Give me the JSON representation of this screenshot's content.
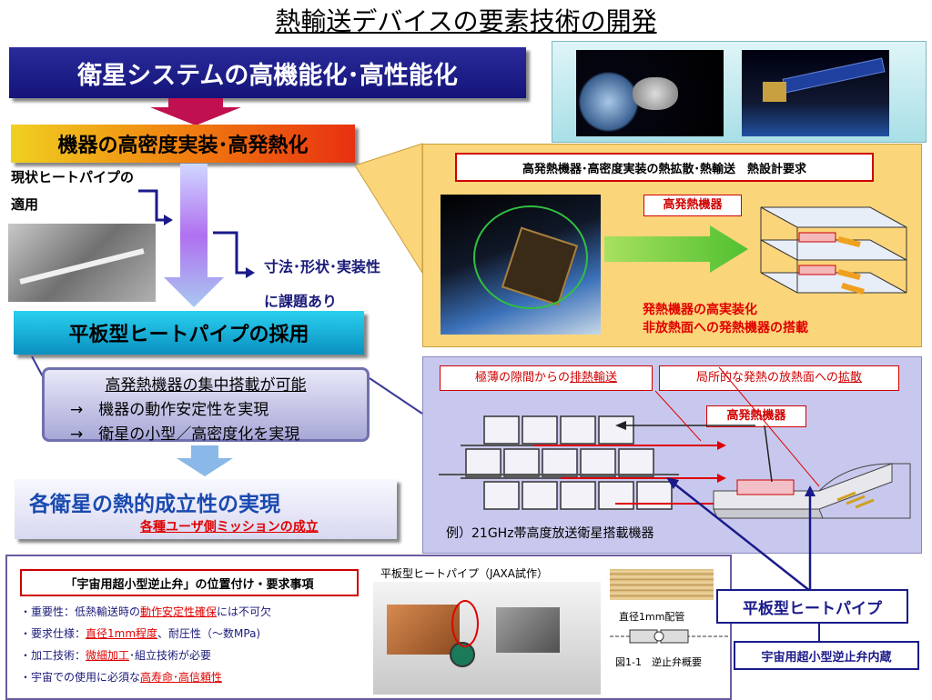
{
  "title": "熱輸送デバイスの要素技術の開発",
  "banner_top": "衛星システムの高機能化･高性能化",
  "banner_orange": "機器の高密度実装･高発熱化",
  "current_heatpipe": [
    "現状ヒートパイプの",
    "適用"
  ],
  "issue": [
    "寸法･形状･実装性",
    "に課題あり"
  ],
  "banner_cyan": "平板型ヒートパイプの採用",
  "concentrated": {
    "heading": "高発熱機器の集中搭載が可能",
    "items": [
      "→　機器の動作安定性を実現",
      "→　衛星の小型／高密度化を実現"
    ]
  },
  "result": {
    "main": "各衛星の熱的成立性の実現",
    "sub": "各種ユーザ側ミッションの成立"
  },
  "yellow_panel": {
    "header": "高発熱機器･高密度実装の熱拡散･熱輸送　熱設計要求",
    "device_label": "高発熱機器",
    "notes": [
      "発熱機器の高実装化",
      "非放熱面への発熱機器の搭載"
    ]
  },
  "purple_panel": {
    "box1_pre": "極薄の隙間からの",
    "box1_ul": "排熱輸送",
    "box2_pre": "局所的な発熱の放熱面への",
    "box2_ul": "拡散",
    "device_label": "高発熱機器",
    "caption": "例）21GHz帯高度放送衛星搭載機器"
  },
  "bottom_panel": {
    "heading": "「宇宙用超小型逆止弁」の位置付け・要求事項",
    "items": [
      {
        "pre": "・重要性：低熱輸送時の",
        "ul": "動作安定性確保",
        "post": "には不可欠"
      },
      {
        "pre": "・要求仕様：",
        "ul": "直径1mm程度",
        "post": "、耐圧性（～数MPa)"
      },
      {
        "pre": "・加工技術：",
        "ul": "微細加工",
        "post": "･組立技術が必要"
      },
      {
        "pre": "・宇宙での使用に必須な",
        "ul": "高寿命･高信頼性",
        "post": ""
      }
    ],
    "photo_caption": "平板型ヒートパイプ（JAXA試作）",
    "tube_caption": "直径1mm配管",
    "fig_caption": "図1-1　逆止弁概要"
  },
  "heatpipe_label": "平板型ヒートパイプ",
  "valve_label": "宇宙用超小型逆止弁内蔵",
  "colors": {
    "navy": "#14147a",
    "orange": "#f08010",
    "cyan": "#0a90c0",
    "red": "#e00000",
    "yellow_panel": "#fbd57a",
    "purple_panel": "#c8c8ee"
  }
}
